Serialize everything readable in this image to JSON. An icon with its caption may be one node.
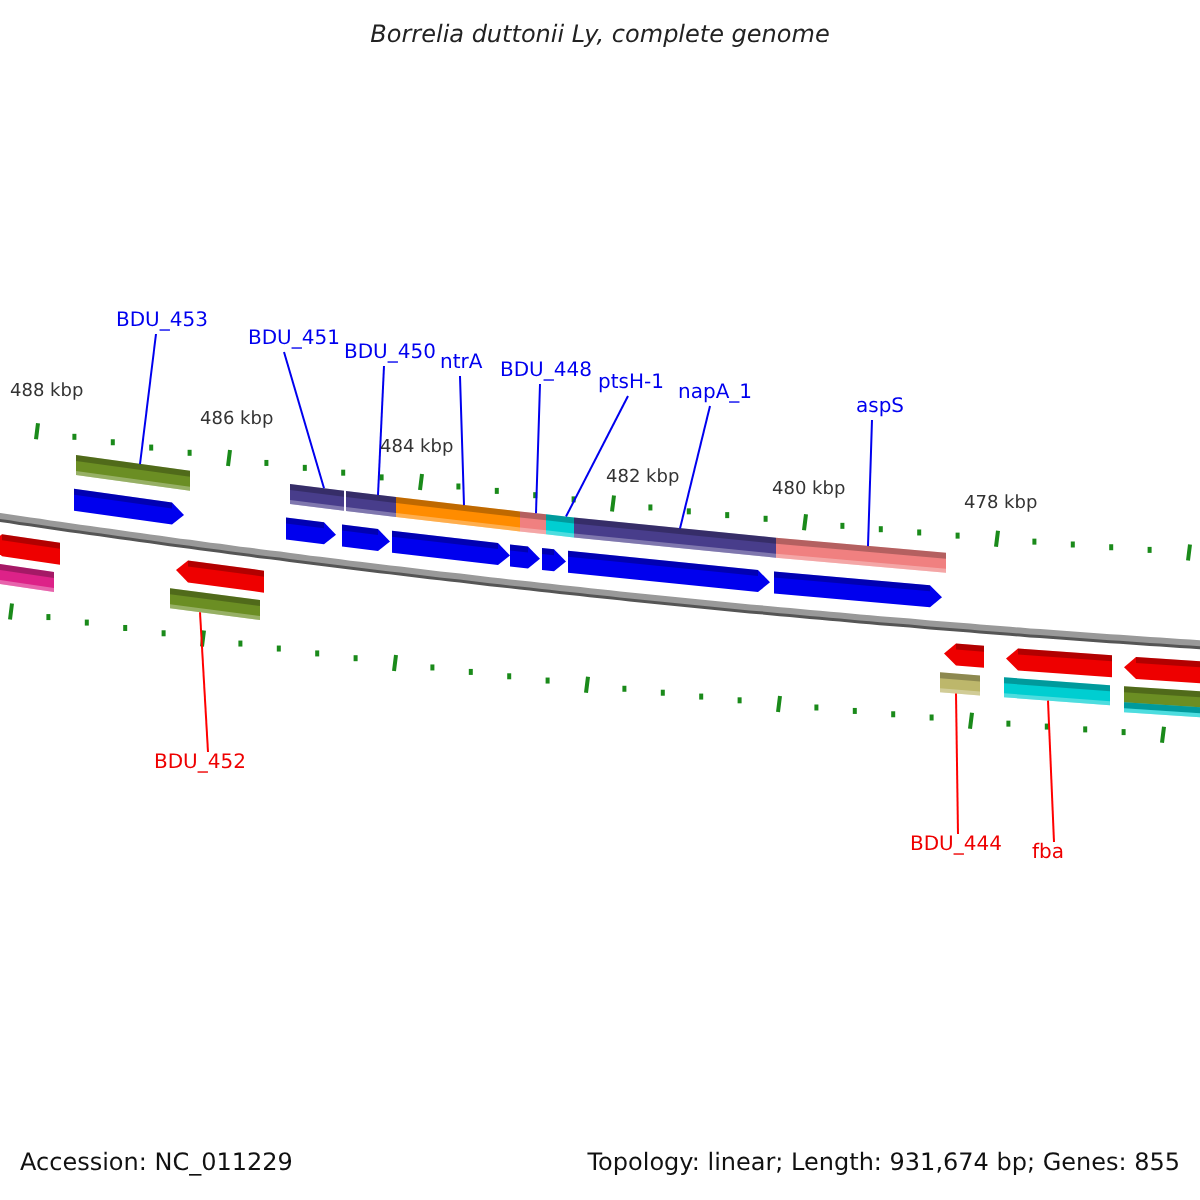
{
  "diagram": {
    "title": "Borrelia duttonii Ly, complete genome",
    "nodes": [
      {
        "text": [
          "BDU_453"
        ]
      },
      {
        "text": [
          "BDU_451"
        ]
      },
      {
        "text": [
          "BDU_450"
        ]
      },
      {
        "text": [
          "ntrA"
        ]
      },
      {
        "text": [
          "BDU_448"
        ]
      },
      {
        "text": [
          "ptsH-1"
        ]
      },
      {
        "text": [
          "napA_1"
        ]
      },
      {
        "text": [
          "aspS"
        ]
      },
      {
        "text": [
          "BDU_452"
        ]
      },
      {
        "text": [
          "BDU_444"
        ]
      },
      {
        "text": [
          "fba"
        ]
      },
      {
        "text": [],
        "shape": "bar"
      },
      {
        "text": [],
        "shape": "bar"
      },
      {
        "text": [],
        "shape": "bar"
      },
      {
        "text": [],
        "shape": "bar"
      },
      {
        "text": [],
        "shape": "bar"
      },
      {
        "text": [],
        "shape": "bar"
      },
      {
        "text": [],
        "shape": "bar"
      },
      {
        "text": [],
        "shape": "bar"
      },
      {
        "text": [],
        "shape": "bar"
      },
      {
        "text": [],
        "shape": "bar"
      },
      {
        "text": [],
        "shape": "bar"
      }
    ],
    "edges": [
      {
        "from": 0,
        "to": 11,
        "arrow": "none"
      },
      {
        "from": 1,
        "to": 12,
        "arrow": "none"
      },
      {
        "from": 2,
        "to": 13,
        "arrow": "none"
      },
      {
        "from": 3,
        "to": 14,
        "arrow": "none"
      },
      {
        "from": 4,
        "to": 15,
        "arrow": "none"
      },
      {
        "from": 5,
        "to": 16,
        "arrow": "none"
      },
      {
        "from": 6,
        "to": 17,
        "arrow": "none"
      },
      {
        "from": 7,
        "to": 18,
        "arrow": "none"
      },
      {
        "from": 8,
        "to": 19,
        "arrow": "none",
        "color": "#ff0000"
      },
      {
        "from": 9,
        "to": 20,
        "arrow": "none",
        "color": "#ff0000"
      },
      {
        "from": 10,
        "to": 21,
        "arrow": "none",
        "color": "#ff0000"
      }
    ],
    "labels": [
      "488 kbp",
      "486 kbp",
      "484 kbp",
      "482 kbp",
      "480 kbp",
      "478 kbp",
      "Accession: NC_011229",
      "Topology: linear; Length: 931,674 bp; Genes: 855"
    ]
  }
}
